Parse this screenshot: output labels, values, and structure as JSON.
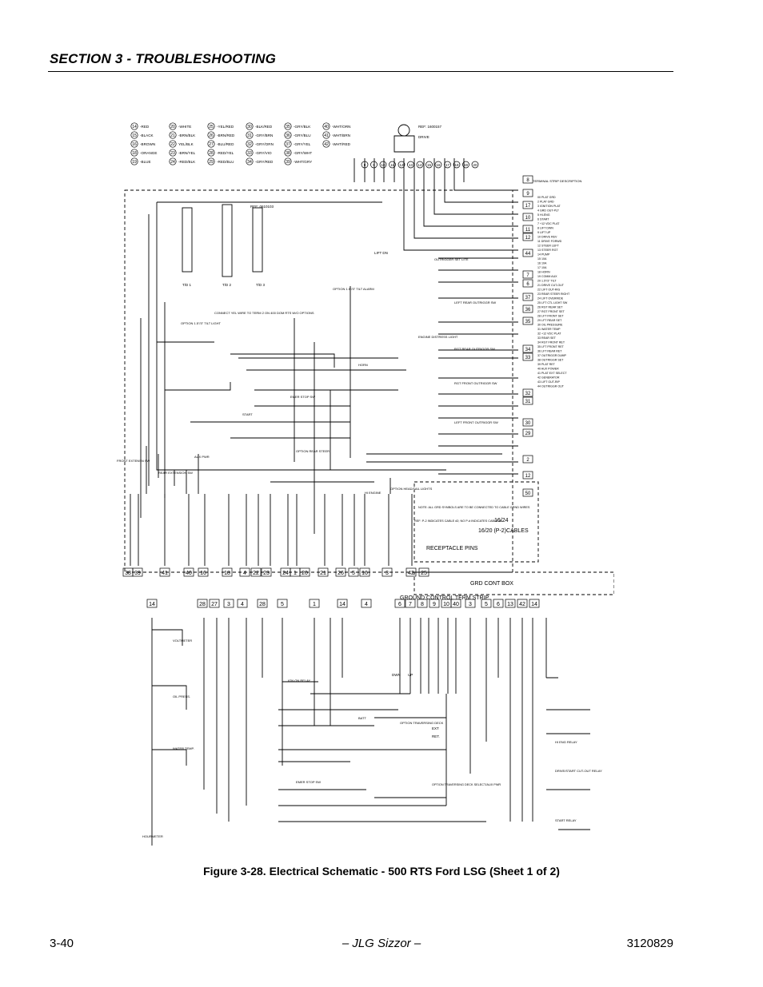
{
  "header": {
    "section_title": "SECTION 3 - TROUBLESHOOTING"
  },
  "figure": {
    "caption": "Figure 3-28.  Electrical Schematic - 500 RTS Ford LSG (Sheet 1 of 2)",
    "wire_legend": [
      {
        "num": "14",
        "color": "-RED"
      },
      {
        "num": "15",
        "color": "-BLACK"
      },
      {
        "num": "16",
        "color": "-BROWN"
      },
      {
        "num": "18",
        "color": "-ORANGE"
      },
      {
        "num": "19",
        "color": "-BLUE"
      },
      {
        "num": "20",
        "color": "-WHITE"
      },
      {
        "num": "21",
        "color": "-BRN/BLK"
      },
      {
        "num": "22",
        "color": "YEL/BLK"
      },
      {
        "num": "23",
        "color": "-BRN/YEL"
      },
      {
        "num": "24",
        "color": "-RED/BLK"
      },
      {
        "num": "25",
        "color": "-YEL/RED"
      },
      {
        "num": "26",
        "color": "-BRN/RED"
      },
      {
        "num": "27",
        "color": "-BLU/RED"
      },
      {
        "num": "28",
        "color": "-RED/YEL"
      },
      {
        "num": "29",
        "color": "-RED/BLU"
      },
      {
        "num": "30",
        "color": "-BLK/RED"
      },
      {
        "num": "31",
        "color": "-GRY/BRN"
      },
      {
        "num": "32",
        "color": "-GRY/ORN"
      },
      {
        "num": "33",
        "color": "-GRY/VIO"
      },
      {
        "num": "34",
        "color": "-GRY/RED"
      },
      {
        "num": "35",
        "color": "-GRY/BLK"
      },
      {
        "num": "36",
        "color": "-GRY/BLU"
      },
      {
        "num": "37",
        "color": "-GRY/YEL"
      },
      {
        "num": "38",
        "color": "-GRY/WHT"
      },
      {
        "num": "39",
        "color": "-WHT/GRY"
      },
      {
        "num": "40",
        "color": "-WHT/ORN"
      },
      {
        "num": "41",
        "color": "-WHT/BRN"
      },
      {
        "num": "42",
        "color": "-WHT/RED"
      }
    ],
    "labels": {
      "drive": "DRIVE",
      "ref_drive": "REF: 1600157",
      "ref_td": "REF: 0610103",
      "terminal_strip": "TERMINAL STRIP DESCRIPTION",
      "lift_dn": "LIFT DN",
      "outrigger_set": "OUTRIGGER SET LITE",
      "option_alarm": "OPTION 1.5\"/3\" TILT ALARM",
      "connect_note": "CONNECT YEL WIRE TO TERM 2 ON 400 DOM RTS W/O OPTIONS",
      "tilt_light": "OPTION 1.5\"/3\" TILT LIGHT",
      "td1": "T/D 1",
      "td2": "T/D 2",
      "td3": "T/D 3",
      "engine_distress": "ENGINE DISTRESS LIGHT",
      "lf_outrig": "LEFT REAR OUTRIGGR SW",
      "rr_outrig": "RGT REAR OUTRIGGR SW",
      "rf_outrig": "RGT FRONT OUTRIGGR SW",
      "lft_outrig": "LEFT FRONT OUTRIGGR SW",
      "emer_stop": "EMER STOP SW",
      "horn": "HORN",
      "start": "START",
      "option_rear": "OPTION REAR STEER",
      "front_ext": "FRONT EXTENSN SW",
      "rear_ext": "REAR EXTENSION SW",
      "aux_pwr": "AUX PWR",
      "option_head": "OPTION HEAD/TAIL LIGHTS",
      "hi_engine": "HI ENGINE",
      "grd_note": "NOTE: ALL GRD SYMBOLS ARE TO BE CONNECTED TO CABLE GRND WIRES",
      "ref_p2": "REF: P-2 INDICATES CABLE #2; NO P-# INDICATES CABLE #1",
      "cables_16_24": "16/24",
      "cables_16_20": "16/20 (P-2)CABLES",
      "receptacle": "RECEPTACLE PINS",
      "grd_cont_box": "GRD CONT BOX",
      "ground_term": "GROUND CONTROL TERM STRIP",
      "voltmeter": "VOLTMETER",
      "oil_press": "OIL PRESS.",
      "water_temp": "WATER TEMP.",
      "hourmeter": "HOURMETER",
      "ign_relay": "IGN ON RELAY",
      "option_trav": "OPTION TRAVERSING DECK",
      "option_trav_sel": "OPTION TRAVERSING DECK SELECT/AUX PWR",
      "batt": "BATT",
      "hi_eng_relay": "HI ENG RELAY",
      "drive_start": "DRIVE/START CUT-OUT RELAY",
      "start_relay": "START RELAY",
      "emer_stop2": "EMER STOP SW",
      "dwn": "DWN",
      "up": "UP",
      "ret": "RET.",
      "ext": "EXT"
    },
    "top_numbers": [
      "8",
      "9",
      "10",
      "11",
      "12",
      "13",
      "14",
      "15",
      "16",
      "17",
      "18",
      "19",
      "20"
    ],
    "terminal_boxes": [
      "8",
      "9",
      "17",
      "10",
      "11",
      "12",
      "44",
      "7",
      "6",
      "37",
      "36",
      "35",
      "34",
      "33",
      "32",
      "31",
      "30",
      "29",
      "2",
      "12",
      "50"
    ],
    "receptacle_pins": [
      "38",
      "39",
      "41",
      "40",
      "16",
      "18",
      "4",
      "22",
      "23",
      "24",
      "1",
      "20",
      "21",
      "26",
      "5",
      "16",
      "3",
      "42",
      "25"
    ],
    "ground_strip_pins": [
      "14",
      "28",
      "27",
      "3",
      "4",
      "28",
      "5",
      "1",
      "14",
      "4",
      "6",
      "7",
      "8",
      "9",
      "10",
      "40",
      "3",
      "5",
      "6",
      "13",
      "42",
      "14"
    ],
    "term_descriptions": [
      "00 PLAT GRD",
      "2 PLAT GRD",
      "3 IGNITION PLAT",
      "4 GRD OUT-PLT",
      "5 HI-ENG",
      "6 START",
      "7 +12 VDC PLAT",
      "8 LIFT DWN",
      "9 LIFT UP",
      "10 DRIVE REV",
      "11 DRIVE FORWD",
      "12 STEER LEFT",
      "13 STEER RGT",
      "14 PUMP",
      "15 10A",
      "16 10A",
      "17 10A",
      "18 HORN",
      "19 COMM AUX",
      "20 1.5\"/3\" TILT",
      "21 DRIVE CUT-OUT",
      "22 LIFT OUT-RIG",
      "23 REAR STEER RIGHT",
      "24 LIFT OVERRIDE",
      "25 LFT CTL LIGHT SW",
      "26 RGT REAR SET",
      "27 RGT FRONT SET",
      "28 LFT FRONT SET",
      "29 LFT REAR SET",
      "30 OIL PRESSURE",
      "31 WATER TEMP",
      "32 +12 VDC PLAT",
      "33 REAR SET",
      "34 RGT FRONT RET",
      "35 LFT FRONT RET",
      "36 LFT REAR RET",
      "37 OUTRIGGR DUMP",
      "38 OUTRIGGR SET",
      "39 PLAT RET",
      "40 AUX POWER",
      "41 PLAT EXT SELECT",
      "42 GENERATOR",
      "43 LIFT OUT-RIP",
      "44 OUTRIGGR OUT"
    ]
  },
  "footer": {
    "page_number": "3-40",
    "brand": "– JLG Sizzor –",
    "doc_number": "3120829"
  }
}
